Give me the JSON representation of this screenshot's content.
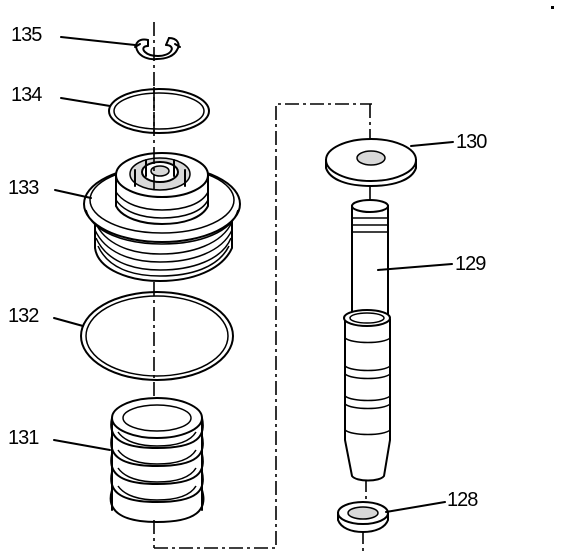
{
  "labels": {
    "p135": "135",
    "p134": "134",
    "p133": "133",
    "p132": "132",
    "p131": "131",
    "p130": "130",
    "p129": "129",
    "p128": "128"
  }
}
